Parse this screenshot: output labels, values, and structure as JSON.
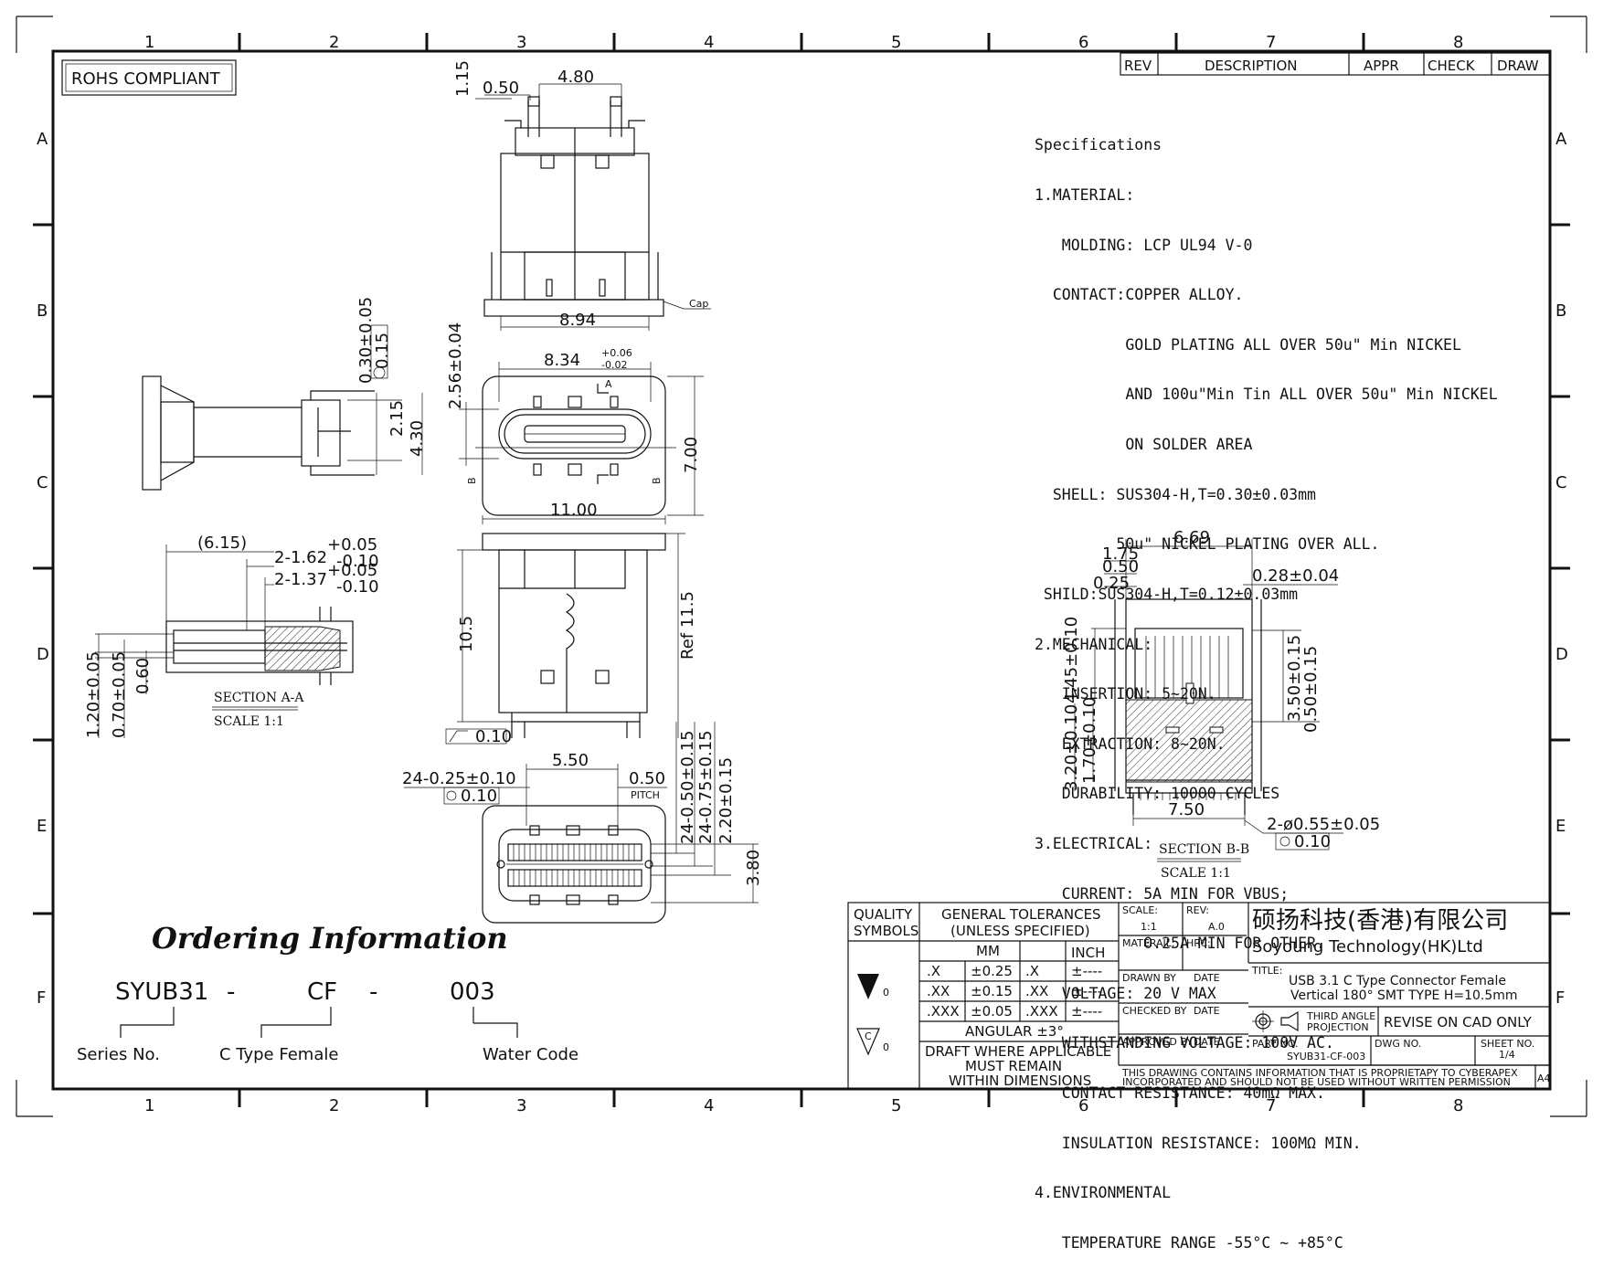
{
  "border": {
    "columns": [
      "1",
      "2",
      "3",
      "4",
      "5",
      "6",
      "7",
      "8"
    ],
    "rows": [
      "A",
      "B",
      "C",
      "D",
      "E",
      "F"
    ]
  },
  "rohs": "ROHS COMPLIANT",
  "revision_table": {
    "rev": "REV",
    "description": "DESCRIPTION",
    "appr": "APPR",
    "check": "CHECK",
    "draw": "DRAW"
  },
  "specifications": [
    "Specifications",
    "1.MATERIAL:",
    "   MOLDING: LCP UL94 V-0",
    "  CONTACT:COPPER ALLOY.",
    "          GOLD PLATING ALL OVER 50u\" Min NICKEL",
    "          AND 100u\"Min Tin ALL OVER 50u\" Min NICKEL",
    "          ON SOLDER AREA",
    "  SHELL: SUS304-H,T=0.30±0.03mm",
    "         50u\" NICKEL PLATING OVER ALL.",
    " SHILD:SUS304-H,T=0.12±0.03mm",
    "2.MECHANICAL:",
    "   INSERTION: 5~20N.",
    "   EXTRACTION: 8~20N.",
    "   DURABILITY: 10000 CYCLES",
    "3.ELECTRICAL:",
    "   CURRENT: 5A MIN FOR VBUS;",
    "            0.25A MIN FOR OTHER.",
    "   VOLTAGE: 20 V MAX",
    "   WITHSTANDING VOLTAGE: 100V AC.",
    "   CONTACT RESISTANCE: 40mΩ MAX.",
    "   INSULATION RESISTANCE: 100MΩ MIN.",
    "4.ENVIRONMENTAL",
    "   TEMPERATURE RANGE -55°C ~ +85°C"
  ],
  "dimensions": {
    "top": {
      "d115": "1.15",
      "d050": "0.50",
      "d480": "4.80",
      "d894": "8.94",
      "cap": "Cap"
    },
    "side": {
      "d030": "0.30±0.05",
      "d015": "0.15",
      "d215": "2.15",
      "d430": "4.30"
    },
    "front": {
      "d834": "8.34",
      "d834_up": "+0.06",
      "d834_lo": "-0.02",
      "d256": "2.56±0.04",
      "d700": "7.00",
      "d1100": "11.00",
      "a": "A",
      "b": "B"
    },
    "section_aa": {
      "d615": "(6.15)",
      "d162": "2-1.62",
      "d162_up": "+0.05",
      "d162_lo": "-0.10",
      "d137": "2-1.37",
      "d137_up": "+0.05",
      "d137_lo": "-0.10",
      "d120": "1.20±0.05",
      "d070": "0.70±0.05",
      "d060": "0.60",
      "title": "SECTION A-A",
      "scale": "SCALE 1:1"
    },
    "side2": {
      "d105": "10.5",
      "ref": "Ref 11.5",
      "flat": "0.10"
    },
    "bottom": {
      "d550": "5.50",
      "d024": "24-0.25±0.10",
      "d010": "0.10",
      "d050": "0.50",
      "pitch": "PITCH",
      "v1": "24-0.50±0.15",
      "v2": "24-0.75±0.15",
      "v3": "2.20±0.15",
      "d380": "3.80"
    },
    "section_bb": {
      "d669": "6.69",
      "d175": "1.75",
      "d050": "0.50",
      "d025": "0.25",
      "d028": "0.28±0.04",
      "d445": "4.45±0.10",
      "d320": "3.20±0.10",
      "d170": "1.70±0.10",
      "d350": "3.50±0.15",
      "d0501": "0.50±0.15",
      "d750": "7.50",
      "d055": "2-ø0.55±0.05",
      "d010": "0.10",
      "title": "SECTION B-B",
      "scale": "SCALE 1:1"
    }
  },
  "ordering": {
    "title": "Ordering Information",
    "code": [
      "SYUB31",
      "-",
      "CF",
      "-",
      "003"
    ],
    "labels": [
      "Series No.",
      "C Type Female",
      "Water Code"
    ]
  },
  "title_block": {
    "quality": "QUALITY",
    "symbols": "SYMBOLS",
    "sym_val": "0",
    "tol_title": "GENERAL TOLERANCES",
    "tol_sub": "(UNLESS SPECIFIED)",
    "mm": "MM",
    "inch": "INCH",
    "rows": [
      {
        "k": ".X",
        "v": "±0.25",
        "ik": ".X",
        "iv": "±----"
      },
      {
        "k": ".XX",
        "v": "±0.15",
        "ik": ".XX",
        "iv": "±----"
      },
      {
        "k": ".XXX",
        "v": "±0.05",
        "ik": ".XXX",
        "iv": "±----"
      }
    ],
    "angular": "ANGULAR ±3°",
    "draft1": "DRAFT WHERE APPLICABLE",
    "draft2": "MUST REMAIN",
    "draft3": "WITHIN DIMENSIONS",
    "scale_lbl": "SCALE:",
    "scale_val": "1:1",
    "rev_lbl": "REV:",
    "rev_val": "A.0",
    "material_lbl": "MATERAIL:",
    "hrc_lbl": "HRC:",
    "drawn_lbl": "DRAWN BY",
    "checked_lbl": "CHECKED BY",
    "approved_lbl": "APPROVED BY",
    "date_lbl": "DATE",
    "company_cn": "硕扬科技(香港)有限公司",
    "company_en": "Soyoung Technology(HK)Ltd",
    "title_lbl": "TITLE:",
    "title1": "USB 3.1 C Type Connector Female",
    "title2": "Vertical 180° SMT TYPE H=10.5mm",
    "projection1": "THIRD ANGLE",
    "projection2": "PROJECTION",
    "revise": "REVISE ON CAD ONLY",
    "part_lbl": "PART NO.",
    "part_val": "SYUB31-CF-003",
    "dwg_lbl": "DWG NO.",
    "sheet_lbl": "SHEET NO.",
    "sheet_val": "1/4",
    "notice1": "THIS DRAWING CONTAINS INFORMATION THAT IS PROPRIETAPY TO CYBERAPEX",
    "notice2": "INCORPORATED AND SHOULD NOT BE USED WITHOUT WRITTEN PERMISSION",
    "size": "A4"
  }
}
